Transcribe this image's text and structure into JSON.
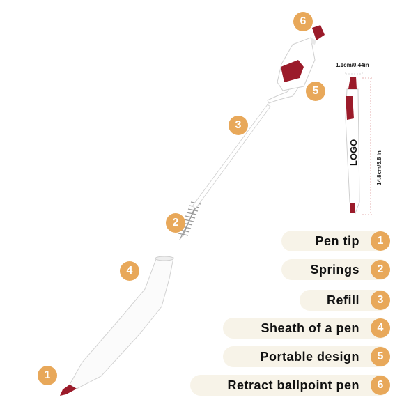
{
  "callouts": [
    {
      "num": "1",
      "label": "Pen tip"
    },
    {
      "num": "2",
      "label": "Springs"
    },
    {
      "num": "3",
      "label": "Refill"
    },
    {
      "num": "4",
      "label": "Sheath of a pen"
    },
    {
      "num": "5",
      "label": "Portable design"
    },
    {
      "num": "6",
      "label": "Retract ballpoint pen"
    }
  ],
  "dimensions": {
    "width": "1.1cm/0.44in",
    "length": "14.8cm/5.8 in"
  },
  "logo": "LOGO",
  "colors": {
    "badge": "#e8a85a",
    "pill": "#f7f3e8",
    "accent": "#9b1b2a"
  }
}
